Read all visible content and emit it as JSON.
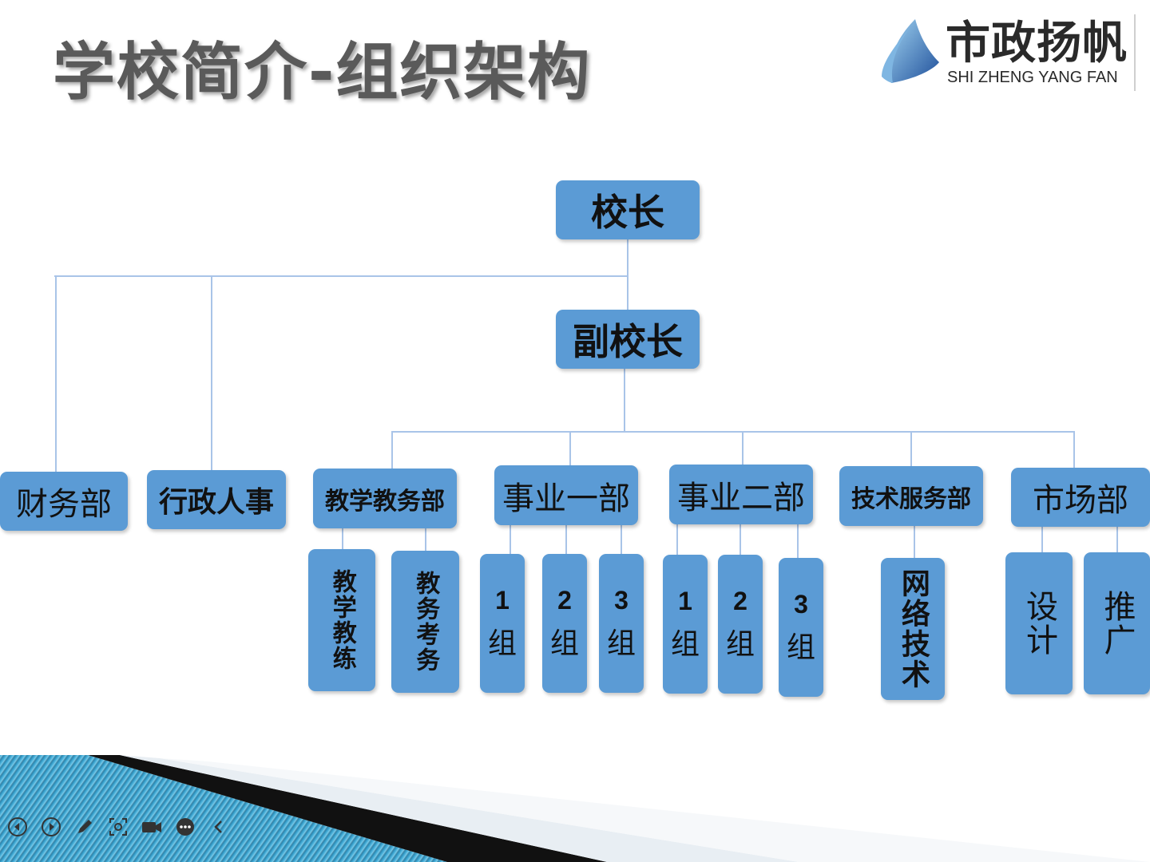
{
  "title": "学校简介-组织架构",
  "logo": {
    "name_cn": "市政扬帆",
    "name_en": "SHI ZHENG YANG FAN"
  },
  "org": {
    "principal": "校长",
    "vice_principal": "副校长",
    "finance": "财务部",
    "admin_hr": "行政人事",
    "teaching_affairs": {
      "label": "教学教务部",
      "children": [
        "教学教练",
        "教务考务"
      ]
    },
    "business_one": {
      "label": "事业一部",
      "children": [
        {
          "num": "1",
          "zu": "组"
        },
        {
          "num": "2",
          "zu": "组"
        },
        {
          "num": "3",
          "zu": "组"
        }
      ]
    },
    "business_two": {
      "label": "事业二部",
      "children": [
        {
          "num": "1",
          "zu": "组"
        },
        {
          "num": "2",
          "zu": "组"
        },
        {
          "num": "3",
          "zu": "组"
        }
      ]
    },
    "tech_service": {
      "label": "技术服务部",
      "children": [
        "网络技术"
      ]
    },
    "marketing": {
      "label": "市场部",
      "children": [
        "设计",
        "推广"
      ]
    }
  },
  "colors": {
    "box": "#5b9bd5",
    "connector": "#a9c4e8",
    "title": "#5a5a5a"
  },
  "toolbar_icons": [
    "prev-icon",
    "next-icon",
    "pen-icon",
    "zoom-icon",
    "camera-icon",
    "more-icon",
    "collapse-icon"
  ]
}
